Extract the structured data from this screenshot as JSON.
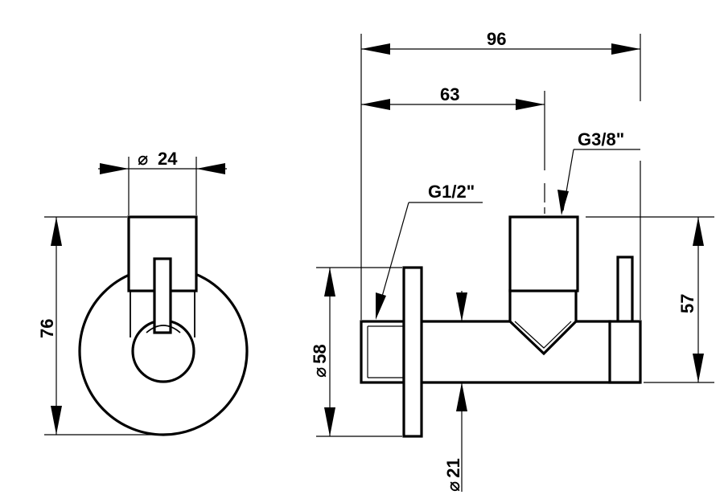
{
  "drawing": {
    "front_view": {
      "width_dim": "24",
      "height_dim": "76",
      "diameter_symbol": "⌀"
    },
    "side_view": {
      "overall_length_dim": "96",
      "center_offset_dim": "63",
      "flange_dim": "58",
      "pipe_dim": "21",
      "height_dim": "57",
      "inlet_thread": "G1/2\"",
      "outlet_thread": "G3/8\"",
      "diameter_symbol": "⌀"
    }
  }
}
